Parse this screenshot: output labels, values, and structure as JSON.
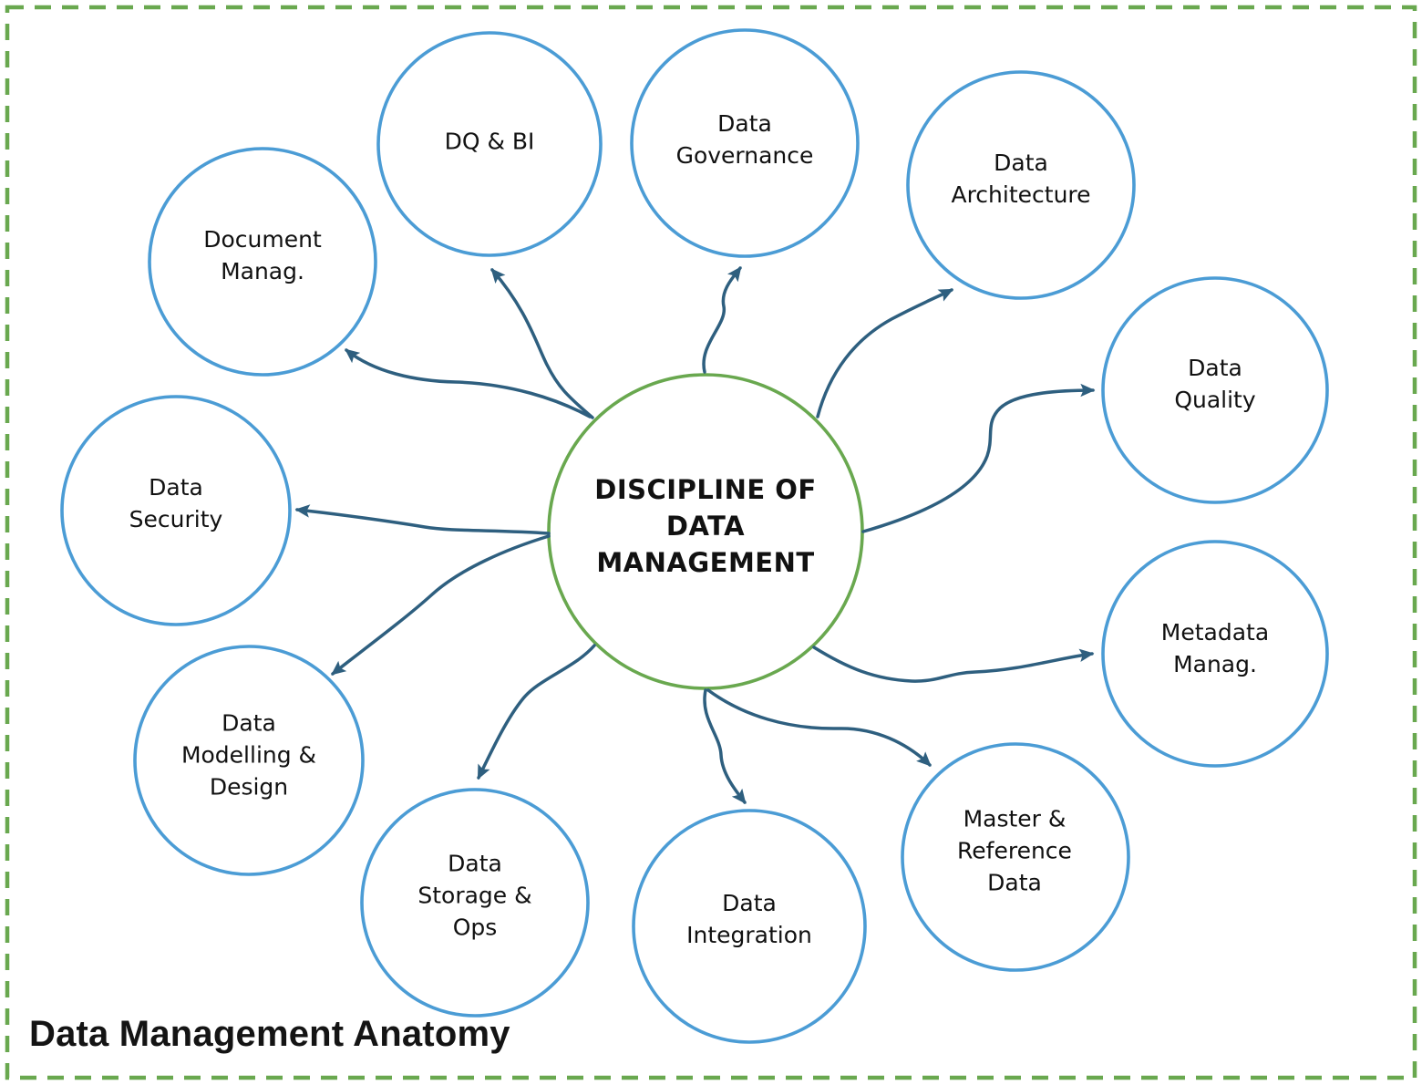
{
  "diagram": {
    "title": "Data Management Anatomy",
    "center": {
      "label": "DISCIPLINE OF\nDATA\nMANAGEMENT"
    },
    "nodes": [
      {
        "label": "DQ & BI"
      },
      {
        "label": "Data\nGovernance"
      },
      {
        "label": "Data\nArchitecture"
      },
      {
        "label": "Data\nQuality"
      },
      {
        "label": "Metadata\nManag."
      },
      {
        "label": "Master &\nReference\nData"
      },
      {
        "label": "Data\nIntegration"
      },
      {
        "label": "Data\nStorage &\nOps"
      },
      {
        "label": "Data\nModelling &\nDesign"
      },
      {
        "label": "Data\nSecurity"
      },
      {
        "label": "Document\nManag."
      }
    ],
    "colors": {
      "background": "#FFFFFF",
      "frame_green": "#69A84F",
      "center_green": "#69A84F",
      "node_blue": "#4B9CD5",
      "connector_blue": "#2E5F7F",
      "label_black": "#111111"
    }
  }
}
